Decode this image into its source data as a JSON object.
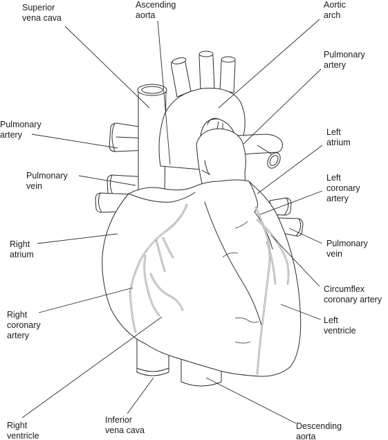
{
  "labels": {
    "superior_vena_cava": "Superior\nvena cava",
    "ascending_aorta": "Ascending\naorta",
    "aortic_arch": "Aortic\narch",
    "pulmonary_artery_right": "Pulmonary\nartery",
    "pulmonary_artery_left": "Pulmonary\nartery",
    "left_atrium": "Left\natrium",
    "pulmonary_vein_left": "Pulmonary\nvein",
    "left_coronary_artery": "Left\ncoronary\nartery",
    "right_atrium": "Right\natrium",
    "pulmonary_vein_right": "Pulmonary\nvein",
    "circumflex_coronary_artery": "Circumflex\ncoronary artery",
    "right_coronary_artery": "Right\ncoronary\nartery",
    "left_ventricle": "Left\nventricle",
    "right_ventricle": "Right\nventricle",
    "inferior_vena_cava": "Inferior\nvena cava",
    "descending_aorta": "Descending\naorta"
  }
}
